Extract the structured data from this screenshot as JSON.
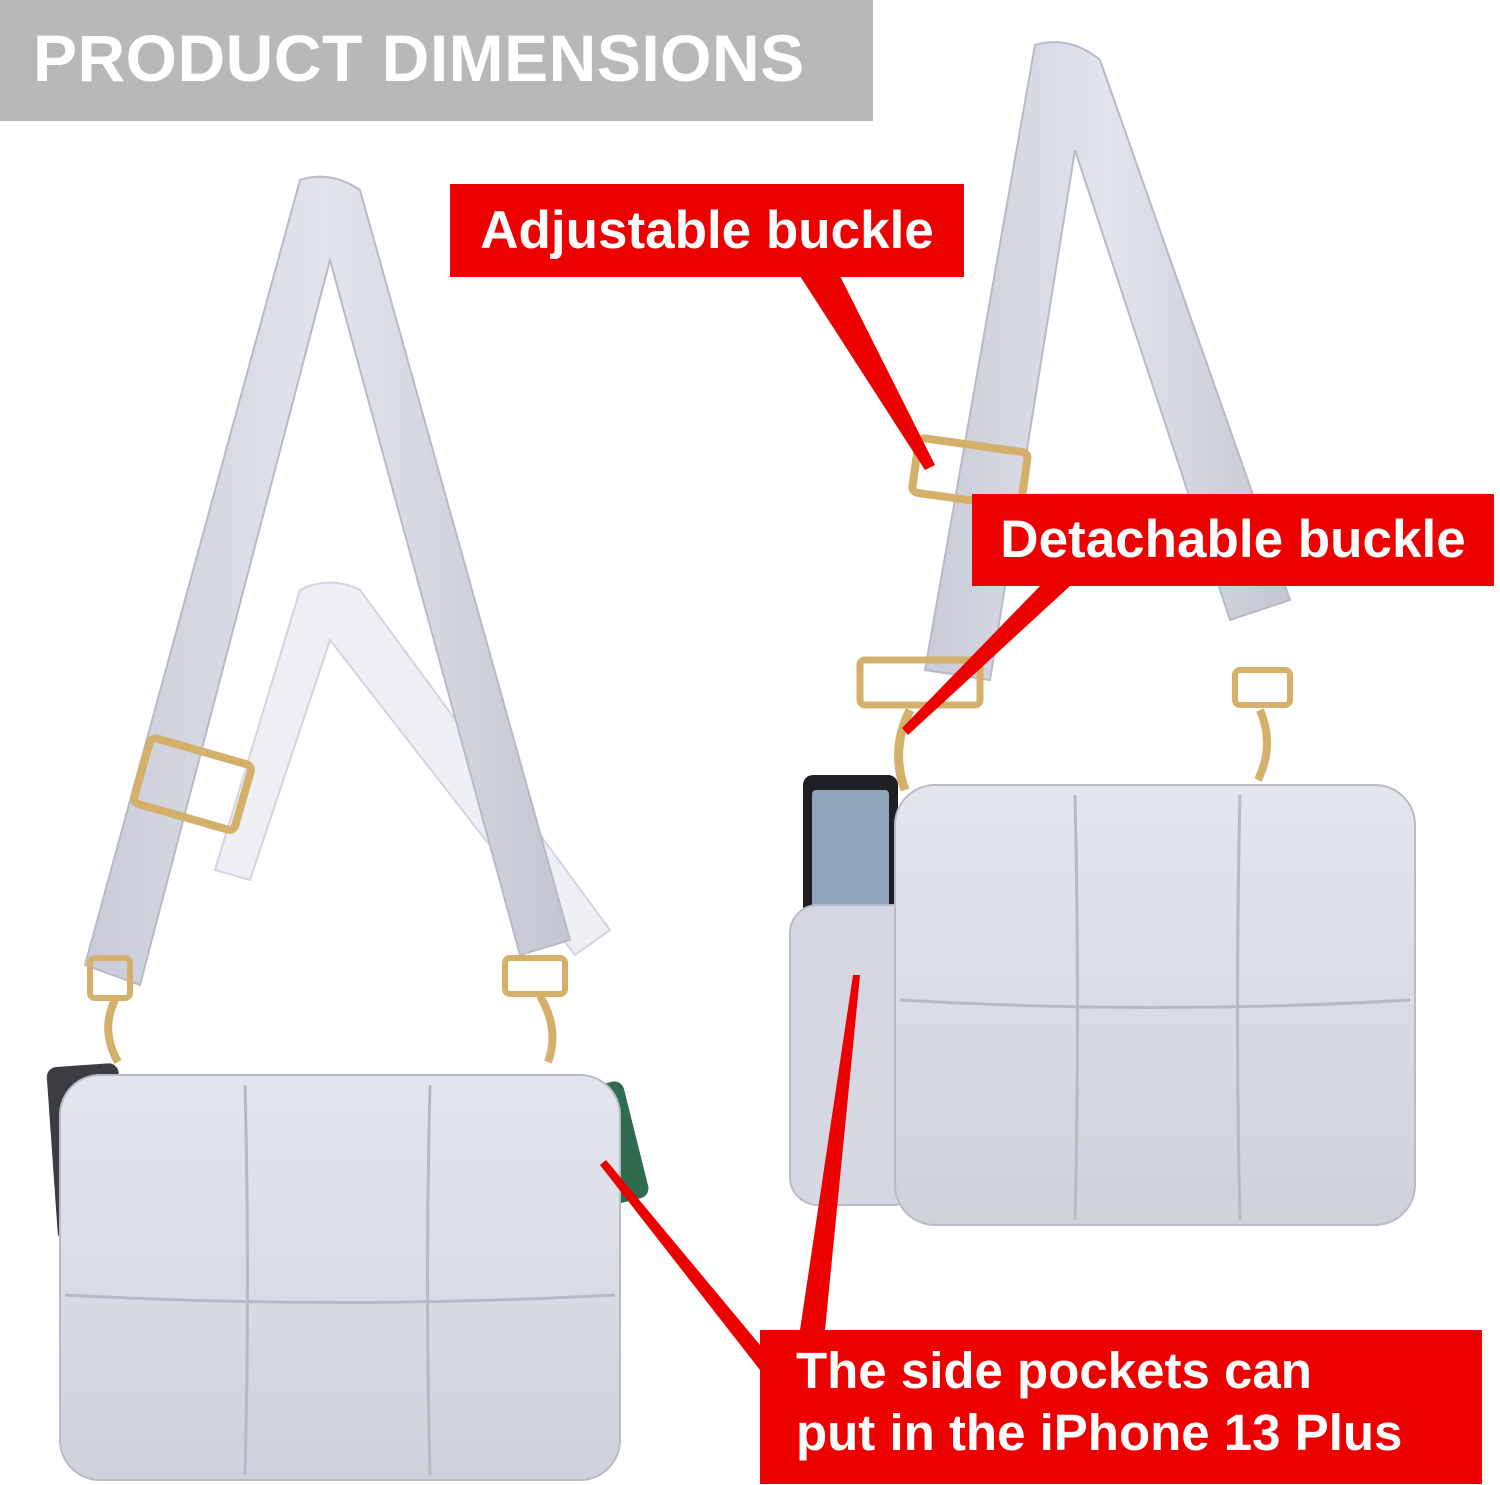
{
  "header": {
    "title": "PRODUCT DIMENSIONS"
  },
  "callouts": {
    "adjustable": "Adjustable buckle",
    "detachable": "Detachable buckle",
    "pockets_line1": "The side pockets can",
    "pockets_line2": "put in the iPhone 13 Plus"
  },
  "colors": {
    "header_band": "#b8b8b8",
    "callout_red": "#ec0000",
    "bag_fabric": "#d9dbe6",
    "hardware_gold": "#d4b06a"
  }
}
